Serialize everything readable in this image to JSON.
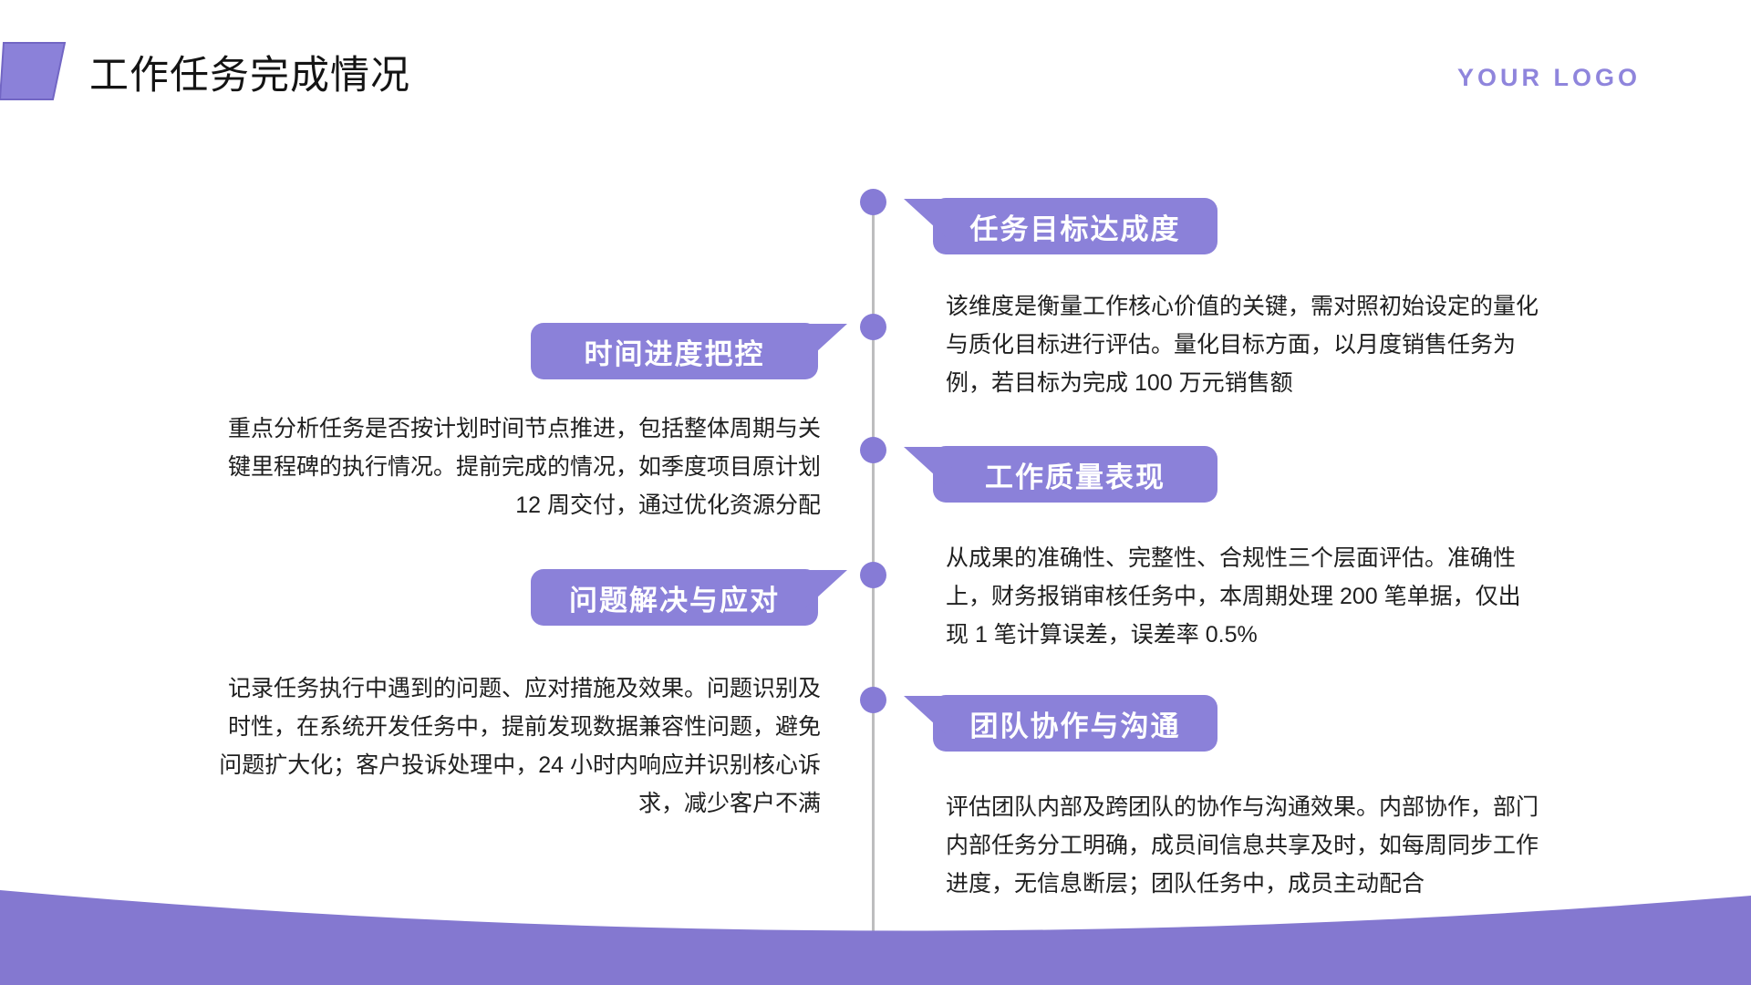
{
  "slide": {
    "title": "工作任务完成情况",
    "logo": "YOUR LOGO"
  },
  "timeline": {
    "items": [
      {
        "side": "right",
        "label": "任务目标达成度",
        "text": "该维度是衡量工作核心价值的关键，需对照初始设定的量化与质化目标进行评估。量化目标方面，以月度销售任务为例，若目标为完成 100 万元销售额"
      },
      {
        "side": "left",
        "label": "时间进度把控",
        "text": "重点分析任务是否按计划时间节点推进，包括整体周期与关键里程碑的执行情况。提前完成的情况，如季度项目原计划 12 周交付，通过优化资源分配"
      },
      {
        "side": "right",
        "label": "工作质量表现",
        "text": "从成果的准确性、完整性、合规性三个层面评估。准确性上，财务报销审核任务中，本周期处理 200 笔单据，仅出现 1 笔计算误差，误差率 0.5%"
      },
      {
        "side": "left",
        "label": "问题解决与应对",
        "text": "记录任务执行中遇到的问题、应对措施及效果。问题识别及时性，在系统开发任务中，提前发现数据兼容性问题，避免问题扩大化；客户投诉处理中，24 小时内响应并识别核心诉求，减少客户不满"
      },
      {
        "side": "right",
        "label": "团队协作与沟通",
        "text": "评估团队内部及跨团队的协作与沟通效果。内部协作，部门内部任务分工明确，成员间信息共享及时，如每周同步工作进度，无信息断层；团队任务中，成员主动配合"
      }
    ]
  },
  "colors": {
    "accent": "#8b81d9",
    "dot": "#867bd6",
    "wave": "#8478d0",
    "logo_text": "#8f85dc",
    "timeline_line": "#bdbdbe",
    "body_text": "#1f1f1f"
  }
}
